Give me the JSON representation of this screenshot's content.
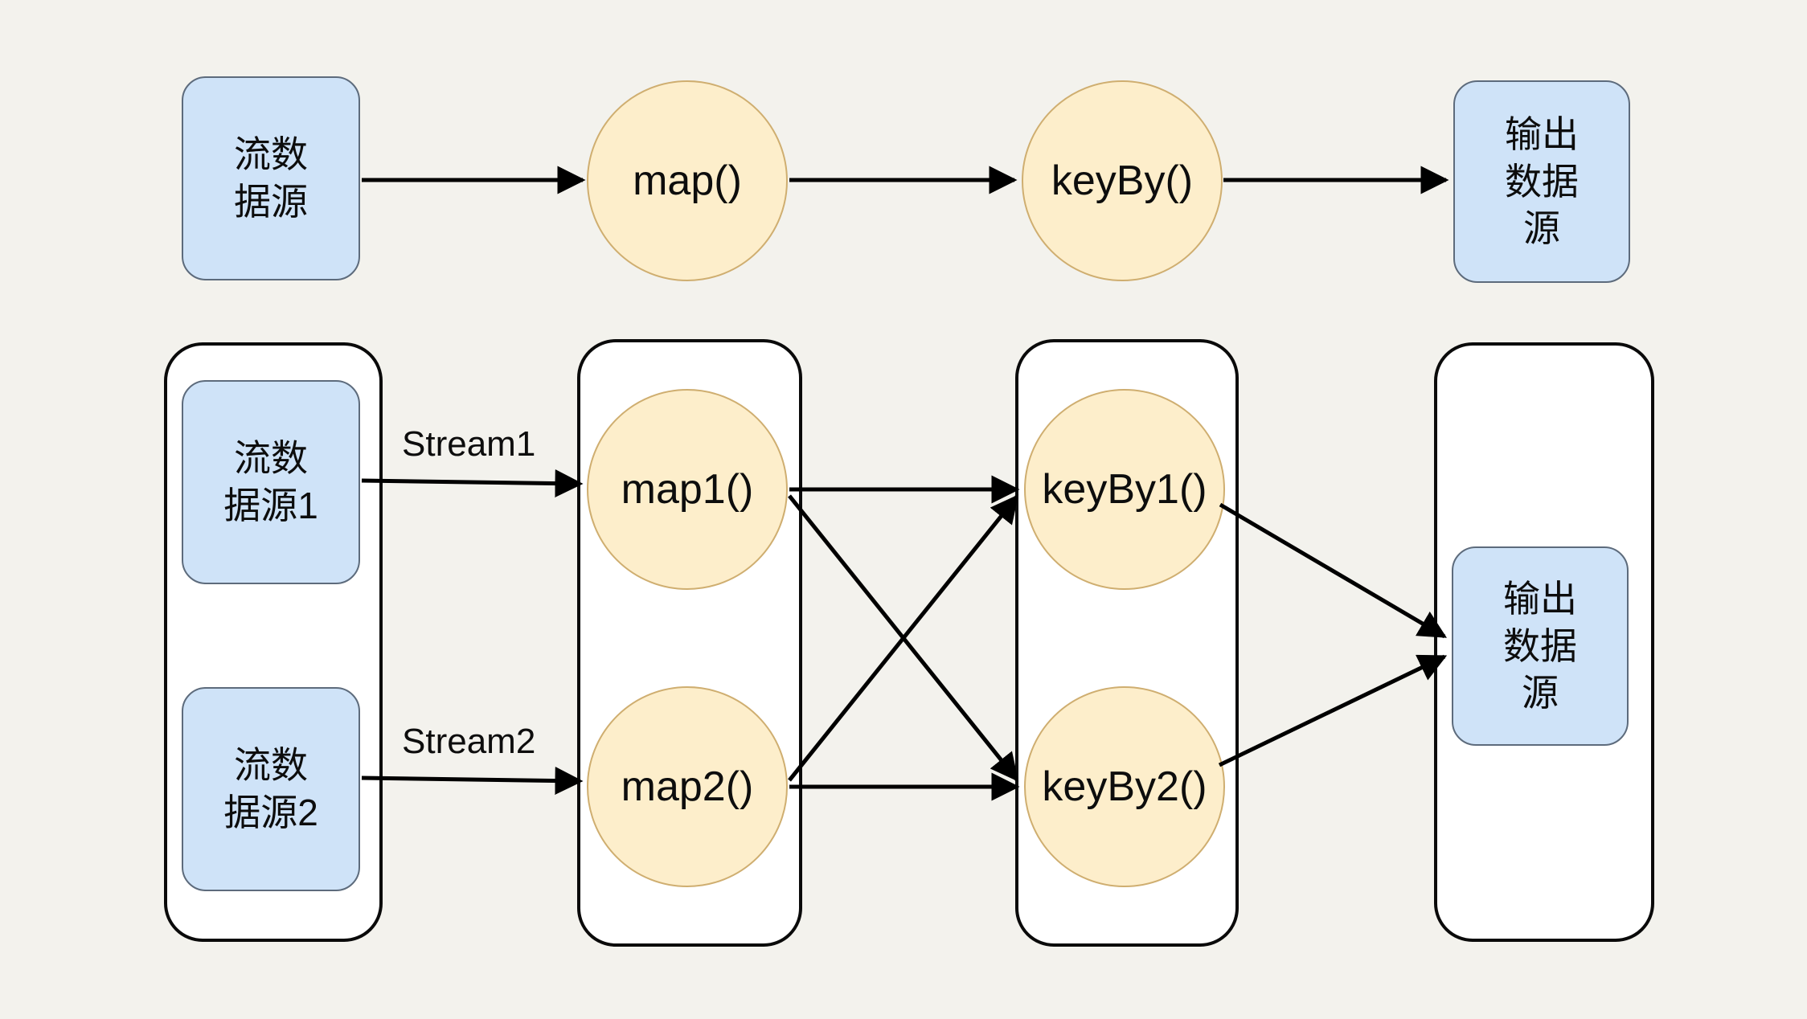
{
  "diagram": {
    "row_simple": {
      "source": "流数\n据源",
      "map": "map()",
      "keyBy": "keyBy()",
      "sink": "输出\n数据\n源"
    },
    "row_parallel": {
      "source1": "流数\n据源1",
      "source2": "流数\n据源2",
      "stream1": "Stream1",
      "stream2": "Stream2",
      "map1": "map1()",
      "map2": "map2()",
      "keyBy1": "keyBy1()",
      "keyBy2": "keyBy2()",
      "sink": "输出\n数据\n源"
    },
    "colors": {
      "background": "#f3f2ed",
      "source_sink_fill": "#cfe3f8",
      "source_sink_border": "#5d6b7c",
      "operator_fill": "#fdeecb",
      "operator_border": "#cfae70",
      "task_container_fill": "#ffffff",
      "task_container_border": "#0a0a0a",
      "arrow": "#000000"
    }
  }
}
